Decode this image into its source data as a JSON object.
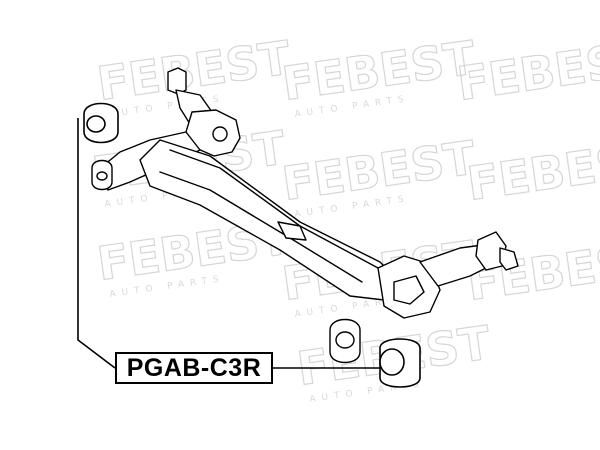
{
  "watermark": {
    "brand": "FEBEST",
    "tagline": "AUTO PARTS"
  },
  "callout": {
    "part_number": "PGAB-C3R"
  },
  "colors": {
    "line": "#000000",
    "watermark": "#d6d6d6",
    "background": "#ffffff"
  }
}
